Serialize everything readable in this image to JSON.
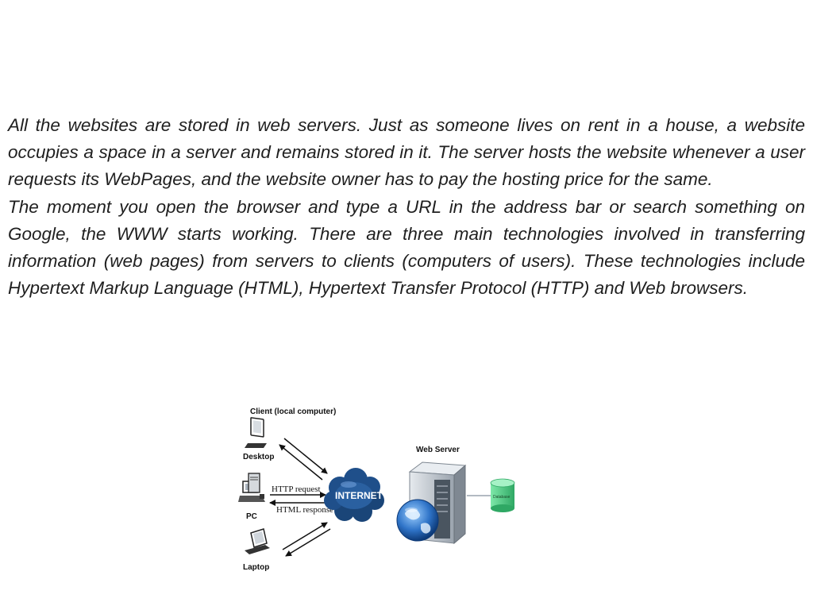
{
  "paragraphs": [
    "All the websites are stored in web servers. Just as someone lives on rent in a house, a website occupies a space in a server and remains stored in it. The server hosts the website whenever a user requests its WebPages, and the website owner has to pay the hosting price for the same.",
    "The moment you open the browser and type a URL in the address bar or search something on Google, the WWW starts working. There are three main technologies involved in transferring information (web pages) from servers to clients (computers of users). These technologies include Hypertext Markup Language (HTML), Hypertext Transfer Protocol (HTTP) and Web browsers."
  ],
  "diagram": {
    "client_label": "Client (local computer)",
    "desktop_label": "Desktop",
    "pc_label": "PC",
    "laptop_label": "Laptop",
    "request_label": "HTTP request",
    "response_label": "HTML response",
    "internet_label": "INTERNET",
    "server_label": "Web Server",
    "database_label": "Database",
    "icons": [
      "desktop-icon",
      "pc-icon",
      "laptop-icon",
      "internet-cloud-icon",
      "web-server-icon",
      "globe-icon",
      "database-icon"
    ],
    "colors": {
      "cloud": "#1f4f8a",
      "database": "#4fcf86",
      "server": "#c9cfd6",
      "globe": "#2f74c8"
    }
  }
}
